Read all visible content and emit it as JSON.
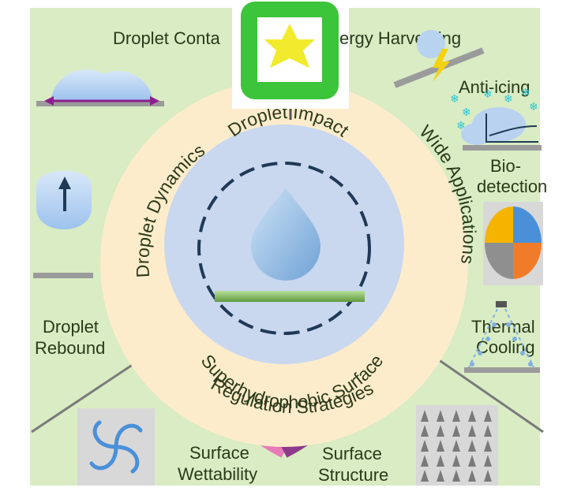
{
  "outer_labels": {
    "contact": "Droplet Conta",
    "energy": "ergy Harvesting",
    "anti_icing": "Anti-icing",
    "bio_1": "Bio-",
    "bio_2": "detection",
    "thermal_1": "Thermal",
    "thermal_2": "Cooling",
    "rebound_1": "Droplet",
    "rebound_2": "Rebound",
    "wettability_1": "Surface",
    "wettability_2": "Wettability",
    "structure_1": "Surface",
    "structure_2": "Structure"
  },
  "ring": {
    "left": "Droplet Dynamics",
    "right": "Wide Applications",
    "bottom": "Regulation Strategies"
  },
  "core": {
    "top": "Droplet Impact",
    "bottom": "Superhydrophobic Surface"
  },
  "colors": {
    "background": "#d9ecc4",
    "ring_pink": "#e87ab8",
    "ring_purple": "#8e3a8c",
    "ring_fill": "#fdeccb",
    "core_fill": "#c9d7ef",
    "droplet": "#a8cbe8",
    "surface_bar": "#8cc06a",
    "icon_frame": "#22a63a",
    "star": "#f2ea2c"
  },
  "icons": {
    "top": "star-badge-icon",
    "energy": "lightning-icon",
    "anti_icing": "snowflake-icon",
    "bio": "pie-icon",
    "thermal": "spray-icon",
    "rebound": "up-arrow-icon",
    "contact": "spread-arrow-icon",
    "wettability": "swirl-icon",
    "structure": "cone-array-icon"
  }
}
